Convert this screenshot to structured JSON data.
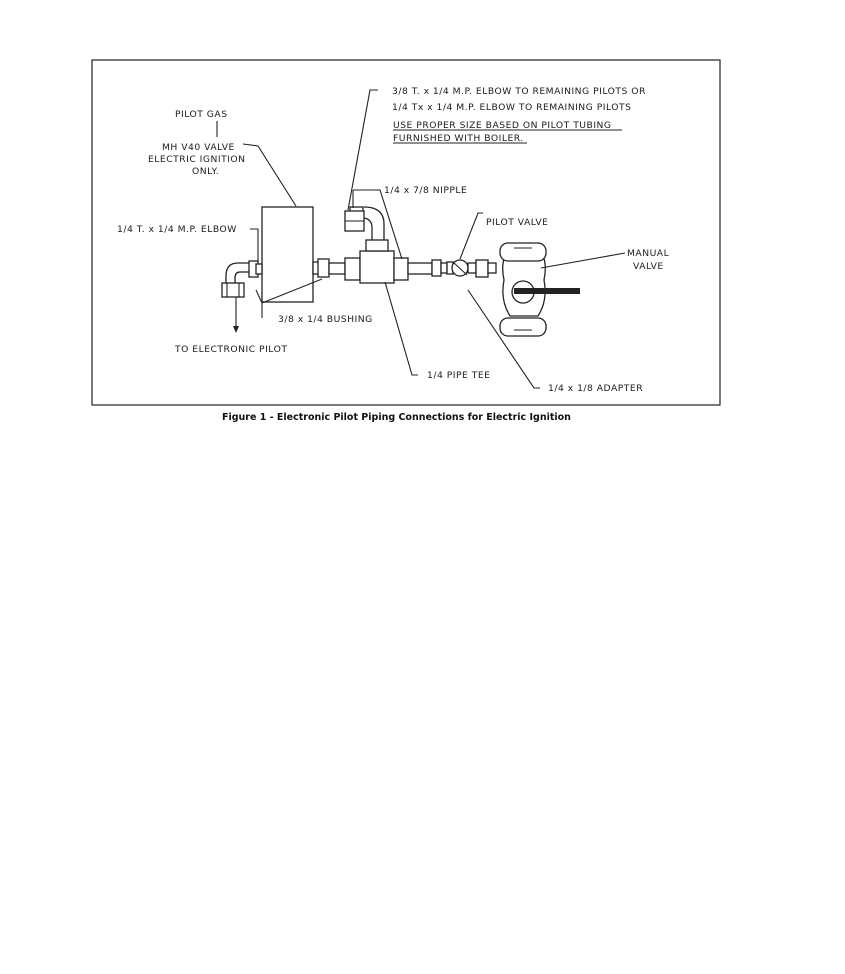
{
  "diagram": {
    "labels": {
      "pilot_gas": "PILOT GAS",
      "mh_v40_valve": "MH V40 VALVE",
      "electric_ignition": "ELECTRIC IGNITION",
      "only": "ONLY.",
      "elbow_left": "1/4 T. x 1/4 M.P. ELBOW",
      "bushing": "3/8 x 1/4 BUSHING",
      "to_electronic_pilot": "TO ELECTRONIC PILOT",
      "elbow_38_line": "3/8 T. x 1/4 M.P. ELBOW TO REMAINING PILOTS OR",
      "elbow_14_line": "1/4 Tx x 1/4 M.P. ELBOW TO REMAINING PILOTS",
      "proper_size_1": "USE PROPER SIZE BASED ON PILOT TUBING",
      "proper_size_2": "FURNISHED WITH BOILER.",
      "nipple": "1/4 x 7/8 NIPPLE",
      "pilot_valve": "PILOT VALVE",
      "manual": "MANUAL",
      "valve": "VALVE",
      "pipe_tee": "1/4 PIPE TEE",
      "adapter": "1/4 x 1/8 ADAPTER"
    },
    "caption": "Figure 1 - Electronic Pilot Piping Connections for Electric Ignition"
  }
}
